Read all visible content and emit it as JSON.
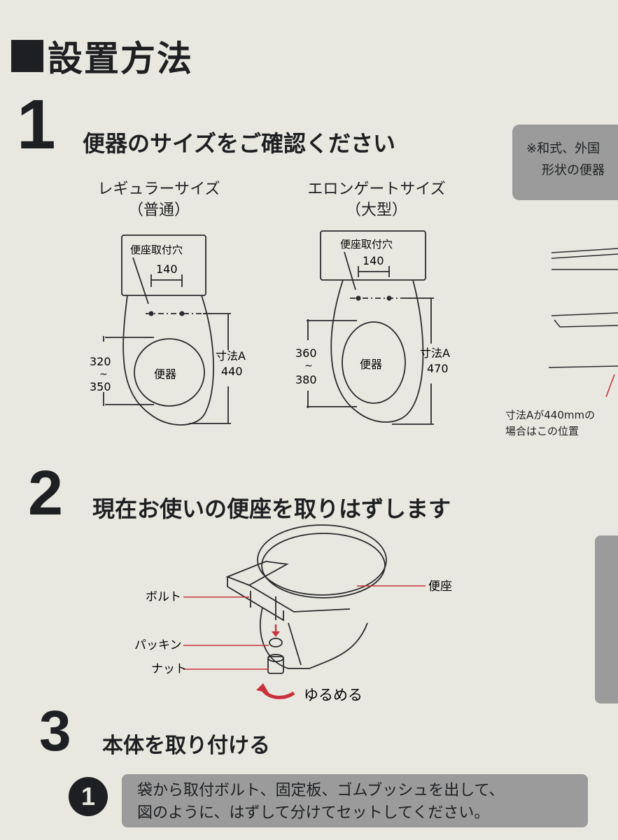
{
  "page": {
    "title": "設置方法"
  },
  "step1": {
    "number": "1",
    "heading": "便器のサイズをご確認ください",
    "regular": {
      "name_line1": "レギュラーサイズ",
      "name_line2": "（普通）",
      "hole_label": "便座取付穴",
      "hole_distance": "140",
      "bowl_label": "便器",
      "range_top": "320",
      "range_tilde": "~",
      "range_bottom": "350",
      "dim_label": "寸法A",
      "dim_value": "440"
    },
    "elongated": {
      "name_line1": "エロンゲートサイズ",
      "name_line2": "（大型）",
      "hole_label": "便座取付穴",
      "hole_distance": "140",
      "bowl_label": "便器",
      "range_top": "360",
      "range_tilde": "~",
      "range_bottom": "380",
      "dim_label": "寸法A",
      "dim_value": "470"
    },
    "note_line1": "※和式、外国",
    "note_line2": "形状の便器",
    "side_caption_line1": "寸法Aが440mmの",
    "side_caption_line2": "場合はこの位置"
  },
  "step2": {
    "number": "2",
    "heading": "現在お使いの便座を取りはずします",
    "label_bolt": "ボルト",
    "label_packing": "パッキン",
    "label_nut": "ナット",
    "label_seat": "便座",
    "label_loosen": "ゆるめる"
  },
  "step3": {
    "number": "3",
    "heading": "本体を取り付ける",
    "sub_number": "1",
    "instruction_line1": "袋から取付ボルト、固定板、ゴムブッシュを出して、",
    "instruction_line2": "図のように、はずして分けてセットしてください。"
  },
  "colors": {
    "background": "#e9e8e0",
    "ink": "#1e1f22",
    "panel": "#9a9b9a",
    "accent_red": "#c8323c"
  }
}
